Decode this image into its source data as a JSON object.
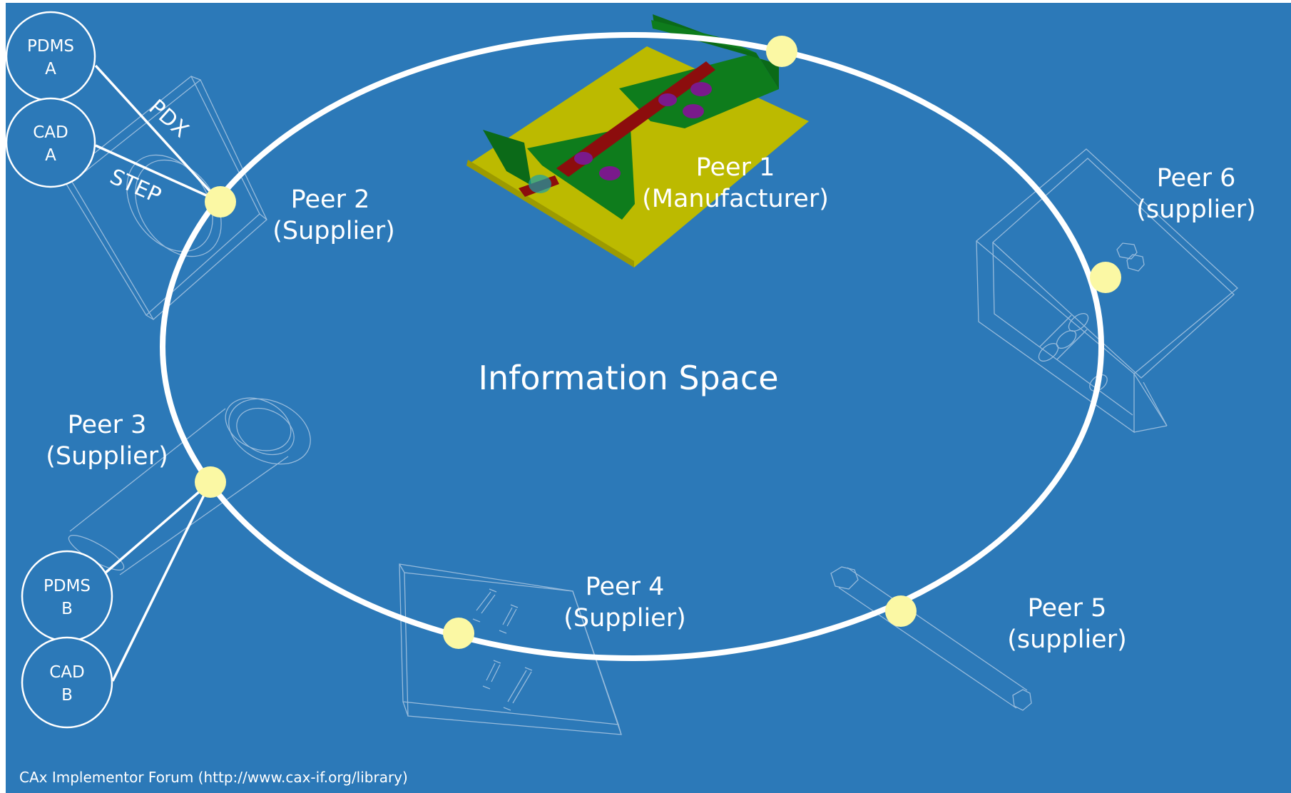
{
  "colors": {
    "background": "#2c79b8",
    "ring": "#ffffff",
    "node": "#fbf8a4",
    "wireframe": "#a9c6e2",
    "base_plate": "#bcba00",
    "green_part": "#0e7c1c",
    "rod": "#8c0d0d",
    "bolt": "#7a1a8c"
  },
  "center_label": "Information Space",
  "peers": [
    {
      "id": "peer1",
      "name": "Peer 1",
      "role": "(Manufacturer)"
    },
    {
      "id": "peer2",
      "name": "Peer 2",
      "role": "(Supplier)"
    },
    {
      "id": "peer3",
      "name": "Peer 3",
      "role": "(Supplier)"
    },
    {
      "id": "peer4",
      "name": "Peer 4",
      "role": "(Supplier)"
    },
    {
      "id": "peer5",
      "name": "Peer 5",
      "role": "(supplier)"
    },
    {
      "id": "peer6",
      "name": "Peer 6",
      "role": "(supplier)"
    }
  ],
  "systems": [
    {
      "id": "pdms-a",
      "line1": "PDMS",
      "line2": "A"
    },
    {
      "id": "cad-a",
      "line1": "CAD",
      "line2": "A"
    },
    {
      "id": "pdms-b",
      "line1": "PDMS",
      "line2": "B"
    },
    {
      "id": "cad-b",
      "line1": "CAD",
      "line2": "B"
    }
  ],
  "link_labels": {
    "pdx": "PDX",
    "step": "STEP"
  },
  "footer": "CAx Implementor Forum (http://www.cax-if.org/library)"
}
